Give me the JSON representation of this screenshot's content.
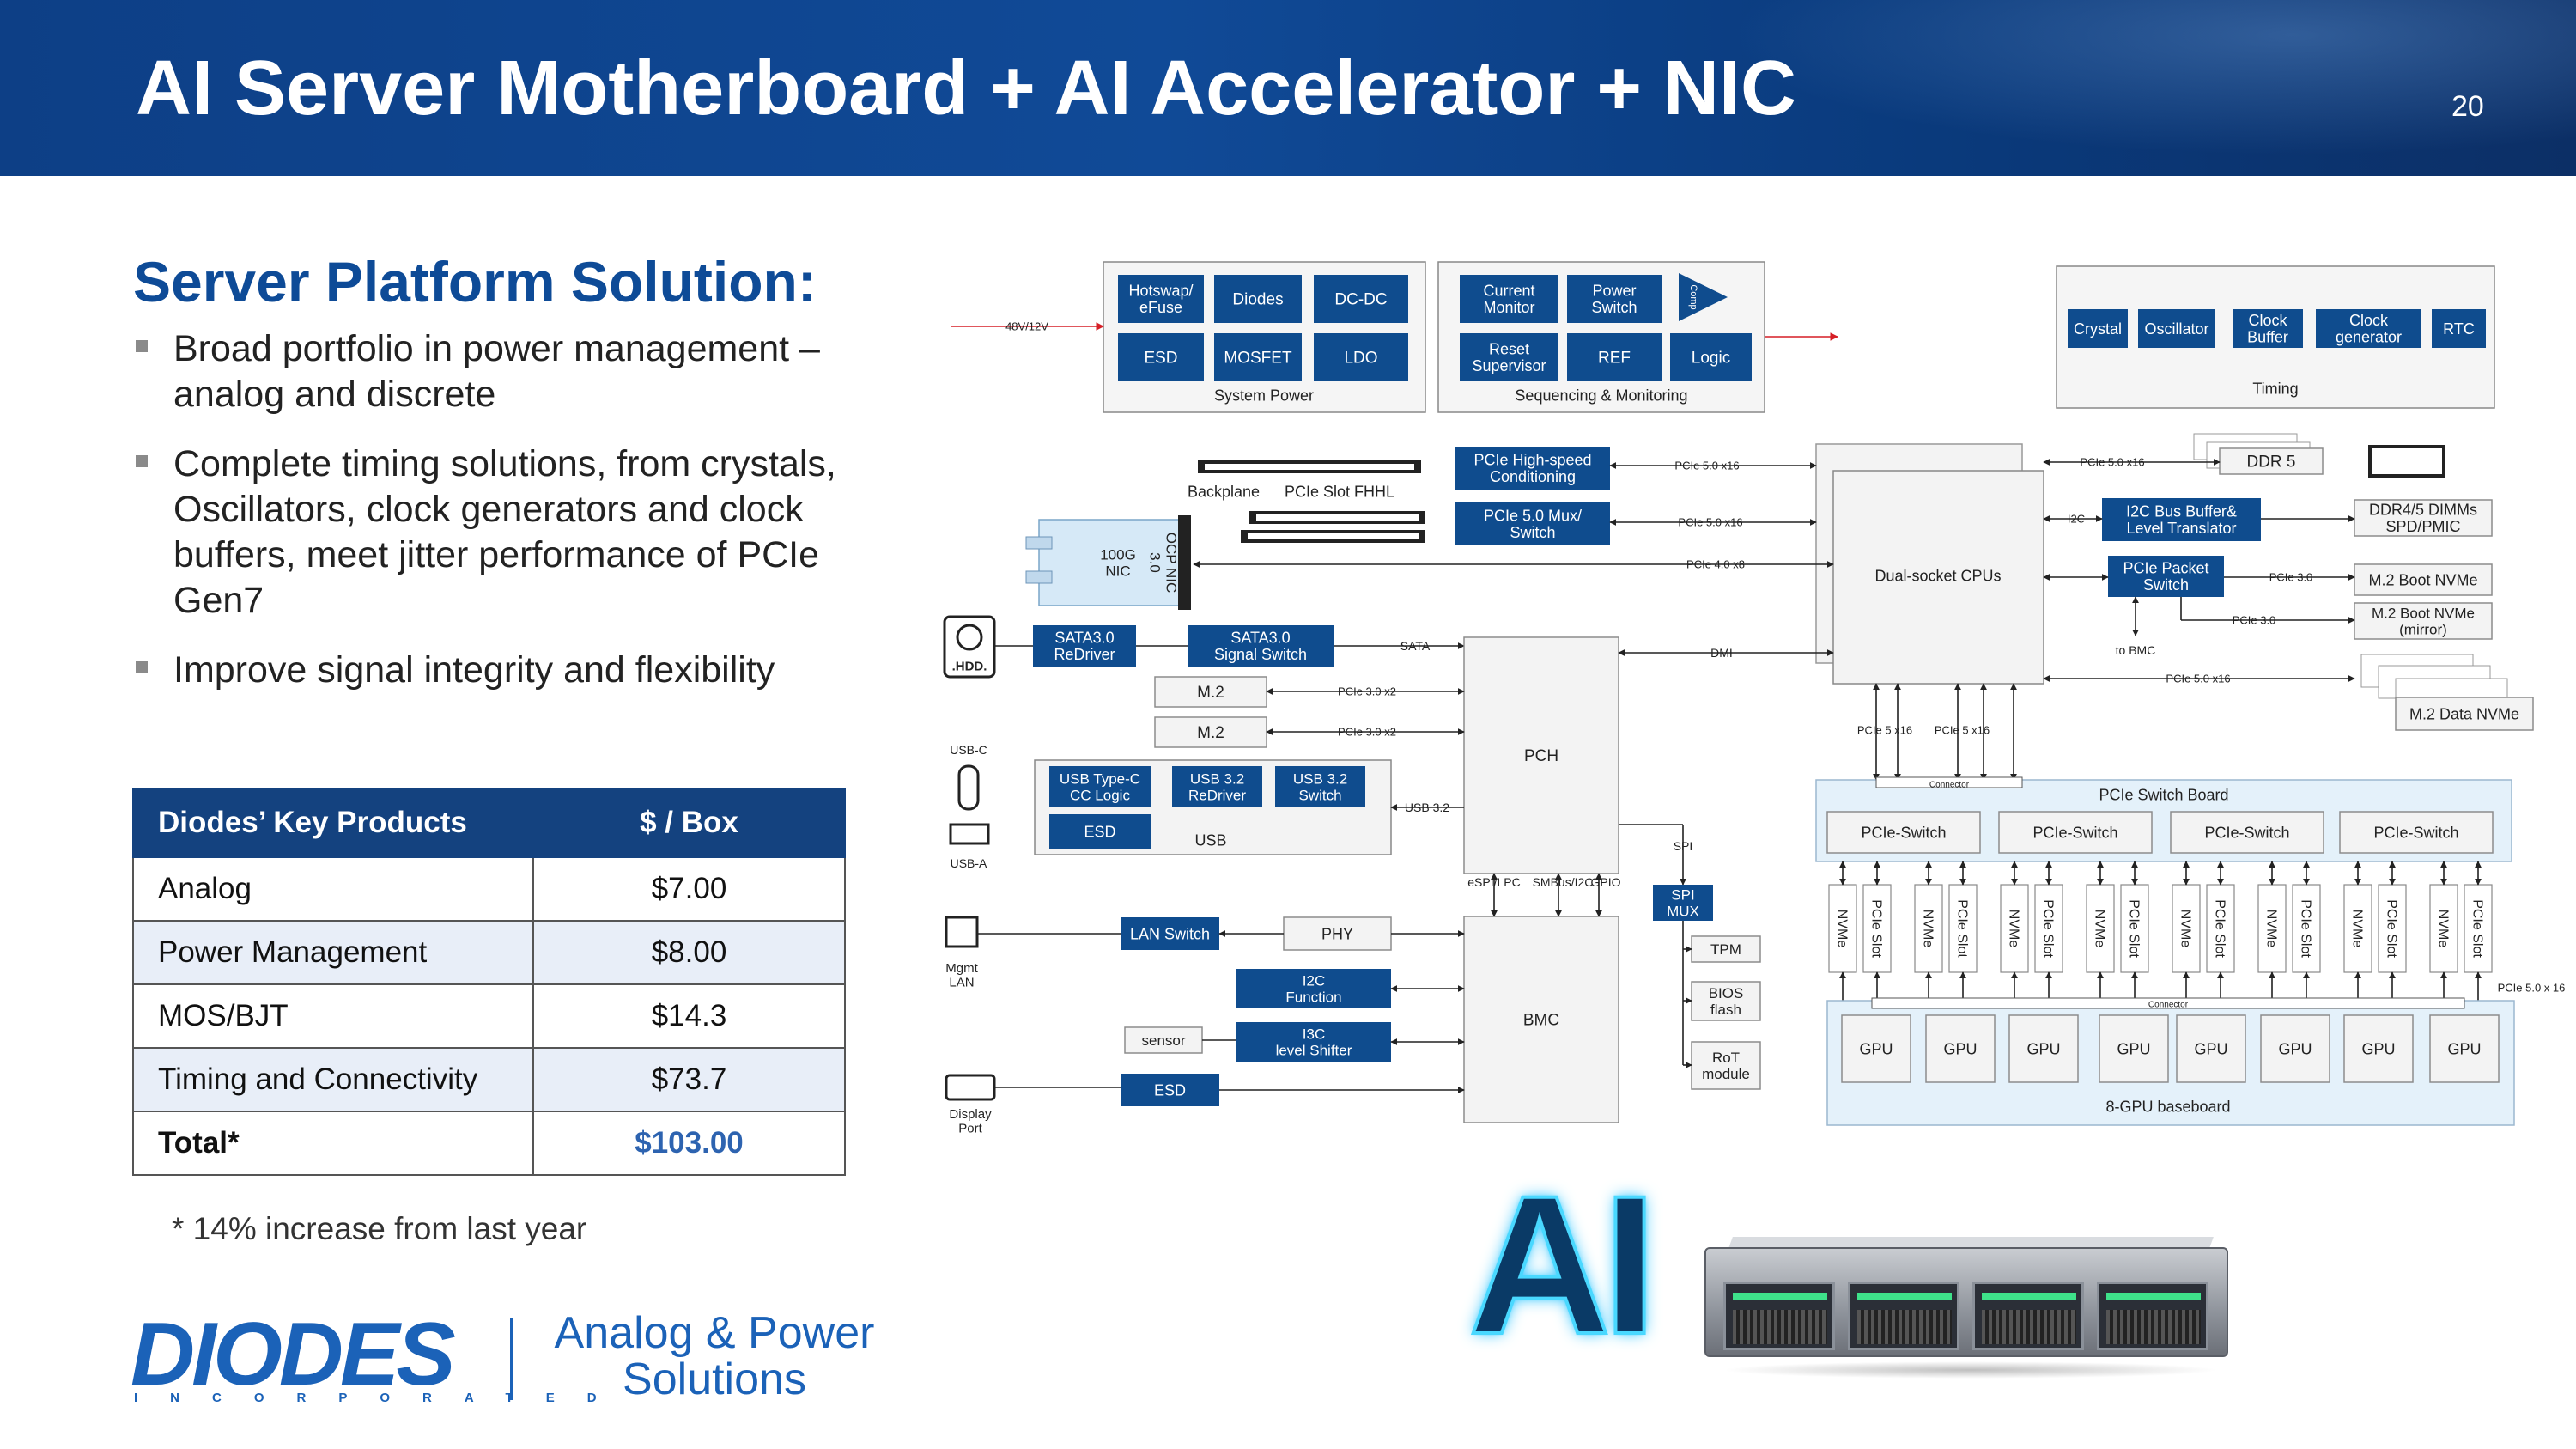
{
  "header": {
    "title": "AI Server Motherboard + AI Accelerator + NIC",
    "page_number": "20"
  },
  "left": {
    "subtitle": "Server Platform Solution:",
    "bullets": [
      "Broad portfolio in power management – analog and discrete",
      "Complete timing solutions, from crystals, Oscillators, clock generators and clock buffers, meet jitter performance of PCIe Gen7",
      "Improve signal integrity and flexibility"
    ]
  },
  "table": {
    "headers": [
      "Diodes’ Key Products",
      "$ / Box"
    ],
    "rows": [
      {
        "product": "Analog",
        "value": "$7.00"
      },
      {
        "product": "Power Management",
        "value": "$8.00"
      },
      {
        "product": "MOS/BJT",
        "value": "$14.3"
      },
      {
        "product": "Timing and Connectivity",
        "value": "$73.7"
      },
      {
        "product": "Total*",
        "value": "$103.00"
      }
    ]
  },
  "footnote": "* 14% increase from last year",
  "logo": {
    "word": "DIODES",
    "sub": "INCORPORATED",
    "tagline": "Analog & Power Solutions"
  },
  "ai_text": "AI",
  "colors": {
    "header_blue": "#0e4b97",
    "box_blue": "#0f4c8e",
    "table_header": "#14427f",
    "gray_box": "#f2f2f2",
    "light_blue_panel": "#e4f1fa"
  },
  "diagram": {
    "system_power": {
      "label": "System Power",
      "boxes": [
        "Hotswap/\neFuse",
        "Diodes",
        "DC-DC",
        "ESD",
        "MOSFET",
        "LDO"
      ],
      "input": "48V/12V"
    },
    "sequencing": {
      "label": "Sequencing & Monitoring",
      "boxes": [
        "Current\nMonitor",
        "Power\nSwitch",
        "Reset\nSupervisor",
        "REF",
        "Logic"
      ],
      "comp": "Comp"
    },
    "timing": {
      "label": "Timing",
      "boxes": [
        "Crystal",
        "Oscillator",
        "Clock\nBuffer",
        "Clock\ngenerator",
        "RTC"
      ]
    },
    "nic": {
      "nic": "100G\nNIC",
      "ocp": "OCP NIC\n3.0",
      "backplane": "Backplane",
      "pcie_slot": "PCIe Slot FHHL"
    },
    "pcie_high": "PCIe High-speed\nConditioning",
    "pcie_mux": "PCIe 5.0 Mux/\nSwitch",
    "cpu": "Dual-socket CPUs",
    "pch": "PCH",
    "bmc": "BMC",
    "hdd": ".HDD.",
    "sata_redriver": "SATA3.0\nReDriver",
    "sata_switch": "SATA3.0\nSignal Switch",
    "m2": [
      "M.2",
      "M.2"
    ],
    "usb": {
      "label": "USB",
      "boxes": [
        "USB Type-C\nCC Logic",
        "USB 3.2\nReDriver",
        "USB 3.2\nSwitch",
        "ESD"
      ],
      "usb_c": "USB-C",
      "usb_a": "USB-A",
      "bus": "USB 3.2"
    },
    "lan": {
      "switch": "LAN Switch",
      "phy": "PHY",
      "mgmt": "Mgmt\nLAN"
    },
    "i2c_function": "I2C\nFunction",
    "i3c_shifter": "I3C\nlevel Shifter",
    "sensor": "sensor",
    "esd_dp": "ESD",
    "display_port": "Display\nPort",
    "spi_mux": "SPI\nMUX",
    "tpm": "TPM",
    "bios": "BIOS\nflash",
    "rot": "RoT\nmodule",
    "ddr5": "DDR 5",
    "i2c_buffer": "I2C Bus Buffer&\nLevel Translator",
    "ddr_dimms": "DDR4/5 DIMMs\nSPD/PMIC",
    "pcie_packet": "PCIe Packet\nSwitch",
    "m2_boot": "M.2 Boot NVMe",
    "m2_boot_mirror": "M.2 Boot NVMe\n(mirror)",
    "m2_data": "M.2 Data NVMe",
    "to_bmc": "to BMC",
    "switch_board": {
      "label": "PCIe Switch Board",
      "switches": [
        "PCIe-Switch",
        "PCIe-Switch",
        "PCIe-Switch",
        "PCIe-Switch"
      ],
      "connector": "Connector"
    },
    "slot_labels": [
      "NVMe",
      "PCIe Slot"
    ],
    "gpu_board": {
      "label": "8-GPU baseboard",
      "gpus": [
        "GPU",
        "GPU",
        "GPU",
        "GPU",
        "GPU",
        "GPU",
        "GPU",
        "GPU"
      ],
      "connector": "Connector"
    },
    "bus_labels": {
      "pcie50x16": "PCIe 5.0 x16",
      "pcie40x8": "PCIe 4.0 x8",
      "sata": "SATA",
      "dmi": "DMI",
      "pcie30x2": "PCIe 3.0 x2",
      "pcie30": "PCIe 3.0",
      "pcie5x16": "PCIe 5 x16",
      "i2c": "I2C",
      "spi": "SPI",
      "espi": "eSPI/LPC",
      "smbus": "SMBus/I2C",
      "gpio": "GPIO",
      "pcie50_x16_gpu": "PCIe 5.0 x 16",
      "pcie50_x_16": "PCIe 5.0 x 16"
    }
  }
}
